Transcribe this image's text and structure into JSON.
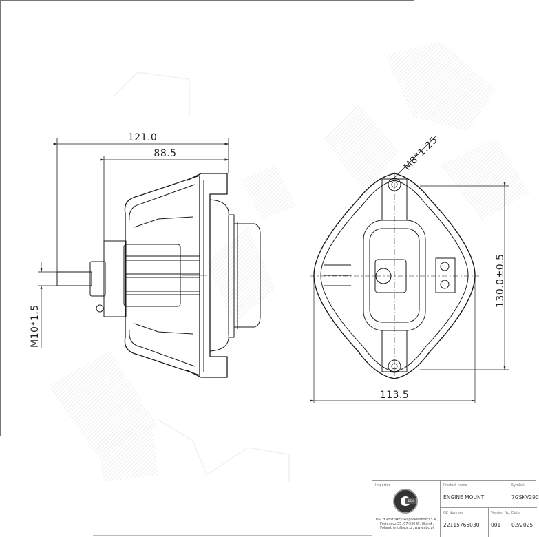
{
  "drawing": {
    "side_view": {
      "dimensions": {
        "overall_length": "121.0",
        "body_length": "88.5",
        "stud_thread": "M10*1.5"
      }
    },
    "top_view": {
      "dimensions": {
        "width": "113.5",
        "hole_spacing": "130.0±0.5",
        "bolt_thread": "M8*1.25"
      }
    }
  },
  "title_block": {
    "importer_label": "Importer",
    "importer_text": "DSCH Abstrakcji Współwłasności S.A., Posiadacz 55, 07-530 W, Wolnik, Poland, info@abc.pl, www.abc.pl",
    "logo_badge": "DCV",
    "product_name_label": "Product name",
    "product_name": "ENGINE MOUNT",
    "symbol_label": "Symbol",
    "symbol": "7GSKV290",
    "oe_number_label": "OE Number",
    "oe_number": "22115765030",
    "version_label": "Version No.",
    "version": "001",
    "date_label": "Date",
    "date": "02/2025"
  },
  "colors": {
    "line": "#1a1a1a",
    "watermark": "#ececec",
    "frame": "#777777"
  }
}
